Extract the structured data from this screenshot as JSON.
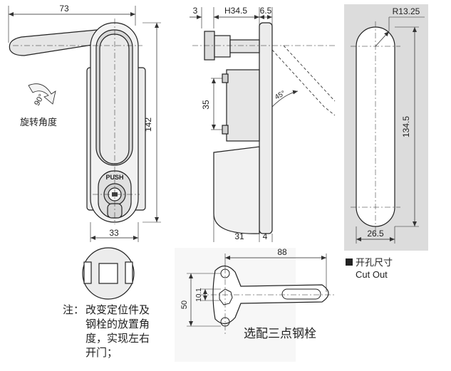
{
  "front_view": {
    "width_label": "73",
    "height_label": "142",
    "bottom_label": "33",
    "push_label": "PUSH",
    "rotation_angle_label": "90°",
    "rotation_caption": "旋转角度"
  },
  "side_view": {
    "dim_top_left": "3",
    "dim_top_mid": "H34.5",
    "dim_top_right": "6.5",
    "dim_vertical": "35",
    "dim_angle": "45°",
    "dim_bottom": "31",
    "dim_bottom_right": "4"
  },
  "cutout": {
    "radius_label": "R13.25",
    "height_label": "134.5",
    "width_label": "26.5",
    "caption_cn": "开孔尺寸",
    "caption_en": "Cut Out",
    "bg_color": "#dcdcdc"
  },
  "bracket": {
    "length_label": "88",
    "height_label": "50",
    "offset_label": "10.1",
    "caption": "选配三点钢栓"
  },
  "note": {
    "prefix": "注：",
    "lines": [
      "改变定位件及",
      "钢栓的放置角",
      "度，实现左右",
      "开门；"
    ]
  }
}
